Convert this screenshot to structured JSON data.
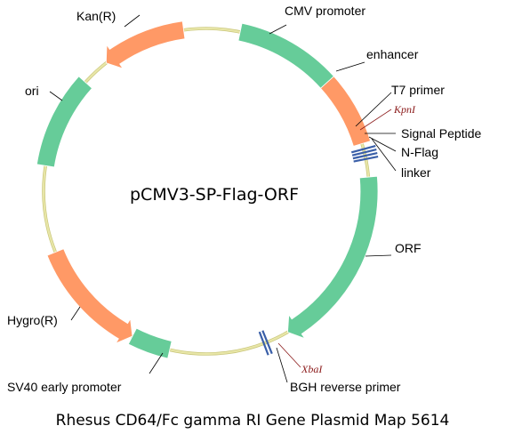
{
  "plasmid": {
    "name": "pCMV3-SP-Flag-ORF",
    "caption": "Rhesus CD64/Fc gamma RI Gene Plasmid Map 5614"
  },
  "features": {
    "cmv_promoter": {
      "label": "CMV promoter",
      "color": "#66cc99"
    },
    "enhancer": {
      "label": "enhancer",
      "color": "#ff9966"
    },
    "t7_primer": {
      "label": "T7 primer"
    },
    "kpni": {
      "label": "KpnI"
    },
    "signal_peptide": {
      "label": "Signal Peptide"
    },
    "n_flag": {
      "label": "N-Flag"
    },
    "linker": {
      "label": "linker"
    },
    "orf": {
      "label": "ORF",
      "color": "#66cc99"
    },
    "xbai": {
      "label": "XbaI"
    },
    "bgh_reverse_primer": {
      "label": "BGH reverse primer"
    },
    "sv40_early_promoter": {
      "label": "SV40 early promoter",
      "color": "#66cc99"
    },
    "hygro_r": {
      "label": "Hygro(R)",
      "color": "#ff9966"
    },
    "ori": {
      "label": "ori",
      "color": "#66cc99"
    },
    "kan_r": {
      "label": "Kan(R)",
      "color": "#ff9966"
    }
  },
  "colors": {
    "backbone": "#e8e6a8",
    "site_marker": "#3a5fa8",
    "green": "#66cc99",
    "orange": "#ff9966"
  }
}
